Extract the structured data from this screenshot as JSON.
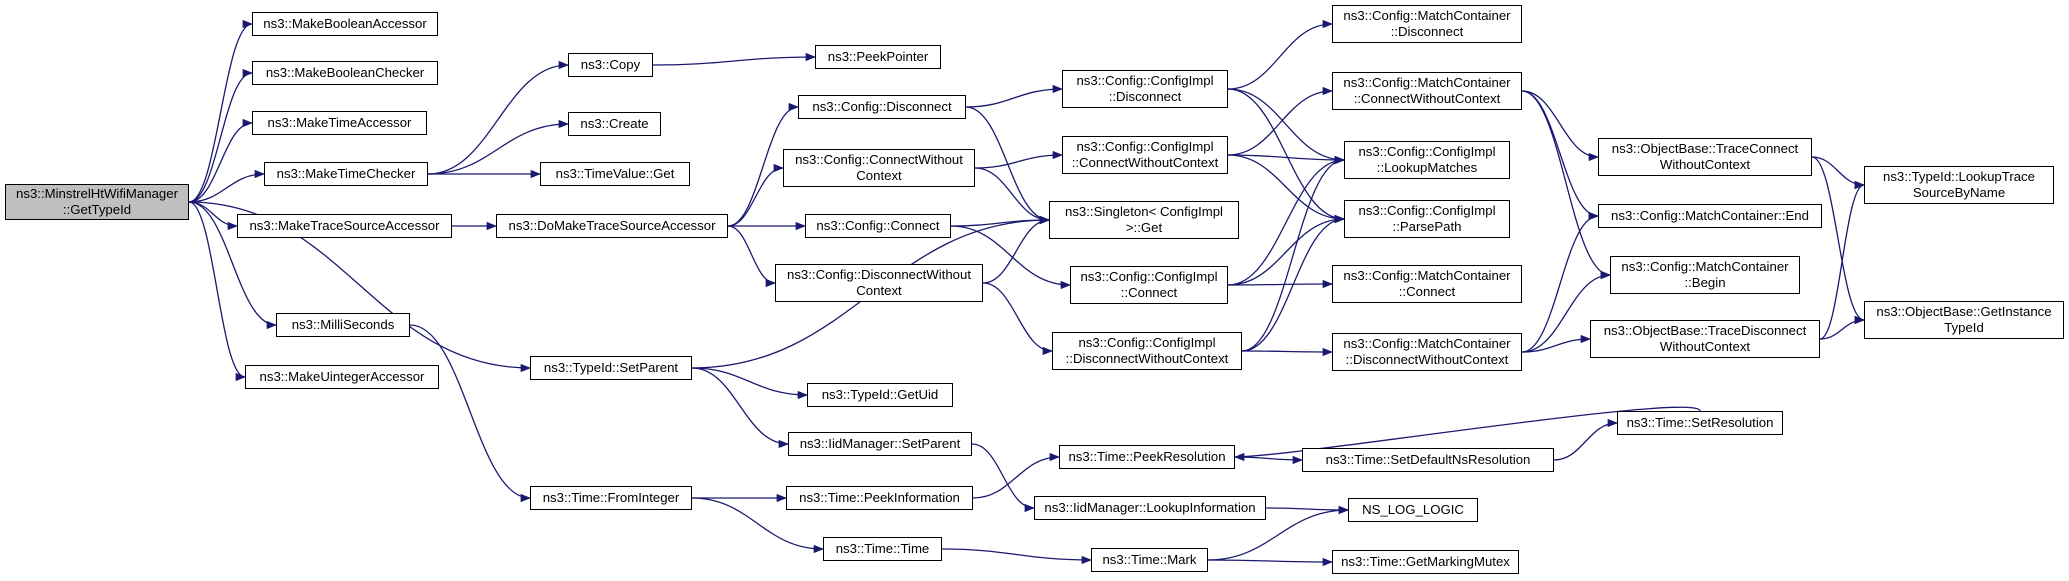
{
  "colors": {
    "edge": "#191970",
    "root_fill": "#bfbfbf",
    "node_fill": "#ffffff",
    "border": "#000000"
  },
  "nodes": {
    "n0": {
      "l1": "ns3::MinstrelHtWifiManager",
      "l2": "::GetTypeId"
    },
    "n1": {
      "l1": "ns3::MakeBooleanAccessor"
    },
    "n2": {
      "l1": "ns3::MakeBooleanChecker"
    },
    "n3": {
      "l1": "ns3::MakeTimeAccessor"
    },
    "n4": {
      "l1": "ns3::MakeTimeChecker"
    },
    "n5": {
      "l1": "ns3::MakeTraceSourceAccessor"
    },
    "n6": {
      "l1": "ns3::MilliSeconds"
    },
    "n7": {
      "l1": "ns3::MakeUintegerAccessor"
    },
    "n8": {
      "l1": "ns3::Copy"
    },
    "n9": {
      "l1": "ns3::Create"
    },
    "n10": {
      "l1": "ns3::TimeValue::Get"
    },
    "n11": {
      "l1": "ns3::PeekPointer"
    },
    "n12": {
      "l1": "ns3::DoMakeTraceSourceAccessor"
    },
    "n13": {
      "l1": "ns3::TypeId::SetParent"
    },
    "n14": {
      "l1": "ns3::Time::FromInteger"
    },
    "n15": {
      "l1": "ns3::Config::Disconnect"
    },
    "n16": {
      "l1": "ns3::Config::ConnectWithout",
      "l2": "Context"
    },
    "n17": {
      "l1": "ns3::Config::Connect"
    },
    "n18": {
      "l1": "ns3::Config::DisconnectWithout",
      "l2": "Context"
    },
    "n19": {
      "l1": "ns3::TypeId::GetUid"
    },
    "n20": {
      "l1": "ns3::IidManager::SetParent"
    },
    "n21": {
      "l1": "ns3::Time::PeekInformation"
    },
    "n22": {
      "l1": "ns3::Time::Time"
    },
    "n23": {
      "l1": "ns3::Config::ConfigImpl",
      "l2": "::Disconnect"
    },
    "n24": {
      "l1": "ns3::Config::ConfigImpl",
      "l2": "::ConnectWithoutContext"
    },
    "n25": {
      "l1": "ns3::Singleton< ConfigImpl",
      "l2": " >::Get"
    },
    "n26": {
      "l1": "ns3::Config::ConfigImpl",
      "l2": "::Connect"
    },
    "n27": {
      "l1": "ns3::Config::ConfigImpl",
      "l2": "::DisconnectWithoutContext"
    },
    "n28": {
      "l1": "ns3::Time::PeekResolution"
    },
    "n29": {
      "l1": "ns3::IidManager::LookupInformation"
    },
    "n30": {
      "l1": "ns3::Time::Mark"
    },
    "n31": {
      "l1": "ns3::Config::MatchContainer",
      "l2": "::Disconnect"
    },
    "n32": {
      "l1": "ns3::Config::MatchContainer",
      "l2": "::ConnectWithoutContext"
    },
    "n33": {
      "l1": "ns3::Config::ConfigImpl",
      "l2": "::LookupMatches"
    },
    "n34": {
      "l1": "ns3::Config::ConfigImpl",
      "l2": "::ParsePath"
    },
    "n35": {
      "l1": "ns3::Config::MatchContainer",
      "l2": "::Connect"
    },
    "n36": {
      "l1": "ns3::Config::MatchContainer",
      "l2": "::DisconnectWithoutContext"
    },
    "n37": {
      "l1": "ns3::Time::SetDefaultNsResolution"
    },
    "n38": {
      "l1": "NS_LOG_LOGIC"
    },
    "n39": {
      "l1": "ns3::Time::GetMarkingMutex"
    },
    "n40": {
      "l1": "ns3::ObjectBase::TraceConnect",
      "l2": "WithoutContext"
    },
    "n41": {
      "l1": "ns3::Config::MatchContainer::End"
    },
    "n42": {
      "l1": "ns3::Config::MatchContainer",
      "l2": "::Begin"
    },
    "n43": {
      "l1": "ns3::ObjectBase::TraceDisconnect",
      "l2": "WithoutContext"
    },
    "n44": {
      "l1": "ns3::Time::SetResolution"
    },
    "n45": {
      "l1": "ns3::TypeId::LookupTrace",
      "l2": "SourceByName"
    },
    "n46": {
      "l1": "ns3::ObjectBase::GetInstance",
      "l2": "TypeId"
    }
  },
  "edges": [
    [
      "n0",
      "n1"
    ],
    [
      "n0",
      "n2"
    ],
    [
      "n0",
      "n3"
    ],
    [
      "n0",
      "n4"
    ],
    [
      "n0",
      "n5"
    ],
    [
      "n0",
      "n6"
    ],
    [
      "n0",
      "n7"
    ],
    [
      "n0",
      "n13"
    ],
    [
      "n4",
      "n8"
    ],
    [
      "n4",
      "n9"
    ],
    [
      "n4",
      "n10"
    ],
    [
      "n8",
      "n11"
    ],
    [
      "n5",
      "n12"
    ],
    [
      "n12",
      "n15"
    ],
    [
      "n12",
      "n16"
    ],
    [
      "n12",
      "n17"
    ],
    [
      "n12",
      "n18"
    ],
    [
      "n6",
      "n14"
    ],
    [
      "n14",
      "n21"
    ],
    [
      "n14",
      "n22"
    ],
    [
      "n13",
      "n19"
    ],
    [
      "n13",
      "n20"
    ],
    [
      "n13",
      "n25"
    ],
    [
      "n20",
      "n29"
    ],
    [
      "n21",
      "n28"
    ],
    [
      "n22",
      "n30"
    ],
    [
      "n30",
      "n38"
    ],
    [
      "n30",
      "n39"
    ],
    [
      "n29",
      "n38"
    ],
    [
      "n28",
      "n37"
    ],
    [
      "n37",
      "n44"
    ],
    [
      "n44",
      "n28"
    ],
    [
      "n15",
      "n23"
    ],
    [
      "n15",
      "n25"
    ],
    [
      "n16",
      "n24"
    ],
    [
      "n16",
      "n25"
    ],
    [
      "n17",
      "n25"
    ],
    [
      "n17",
      "n26"
    ],
    [
      "n18",
      "n25"
    ],
    [
      "n18",
      "n27"
    ],
    [
      "n23",
      "n31"
    ],
    [
      "n23",
      "n33"
    ],
    [
      "n23",
      "n34"
    ],
    [
      "n24",
      "n32"
    ],
    [
      "n24",
      "n33"
    ],
    [
      "n24",
      "n34"
    ],
    [
      "n26",
      "n33"
    ],
    [
      "n26",
      "n34"
    ],
    [
      "n26",
      "n35"
    ],
    [
      "n27",
      "n33"
    ],
    [
      "n27",
      "n34"
    ],
    [
      "n27",
      "n36"
    ],
    [
      "n32",
      "n40"
    ],
    [
      "n32",
      "n41"
    ],
    [
      "n32",
      "n42"
    ],
    [
      "n36",
      "n41"
    ],
    [
      "n36",
      "n42"
    ],
    [
      "n36",
      "n43"
    ],
    [
      "n40",
      "n45"
    ],
    [
      "n40",
      "n46"
    ],
    [
      "n43",
      "n45"
    ],
    [
      "n43",
      "n46"
    ]
  ]
}
